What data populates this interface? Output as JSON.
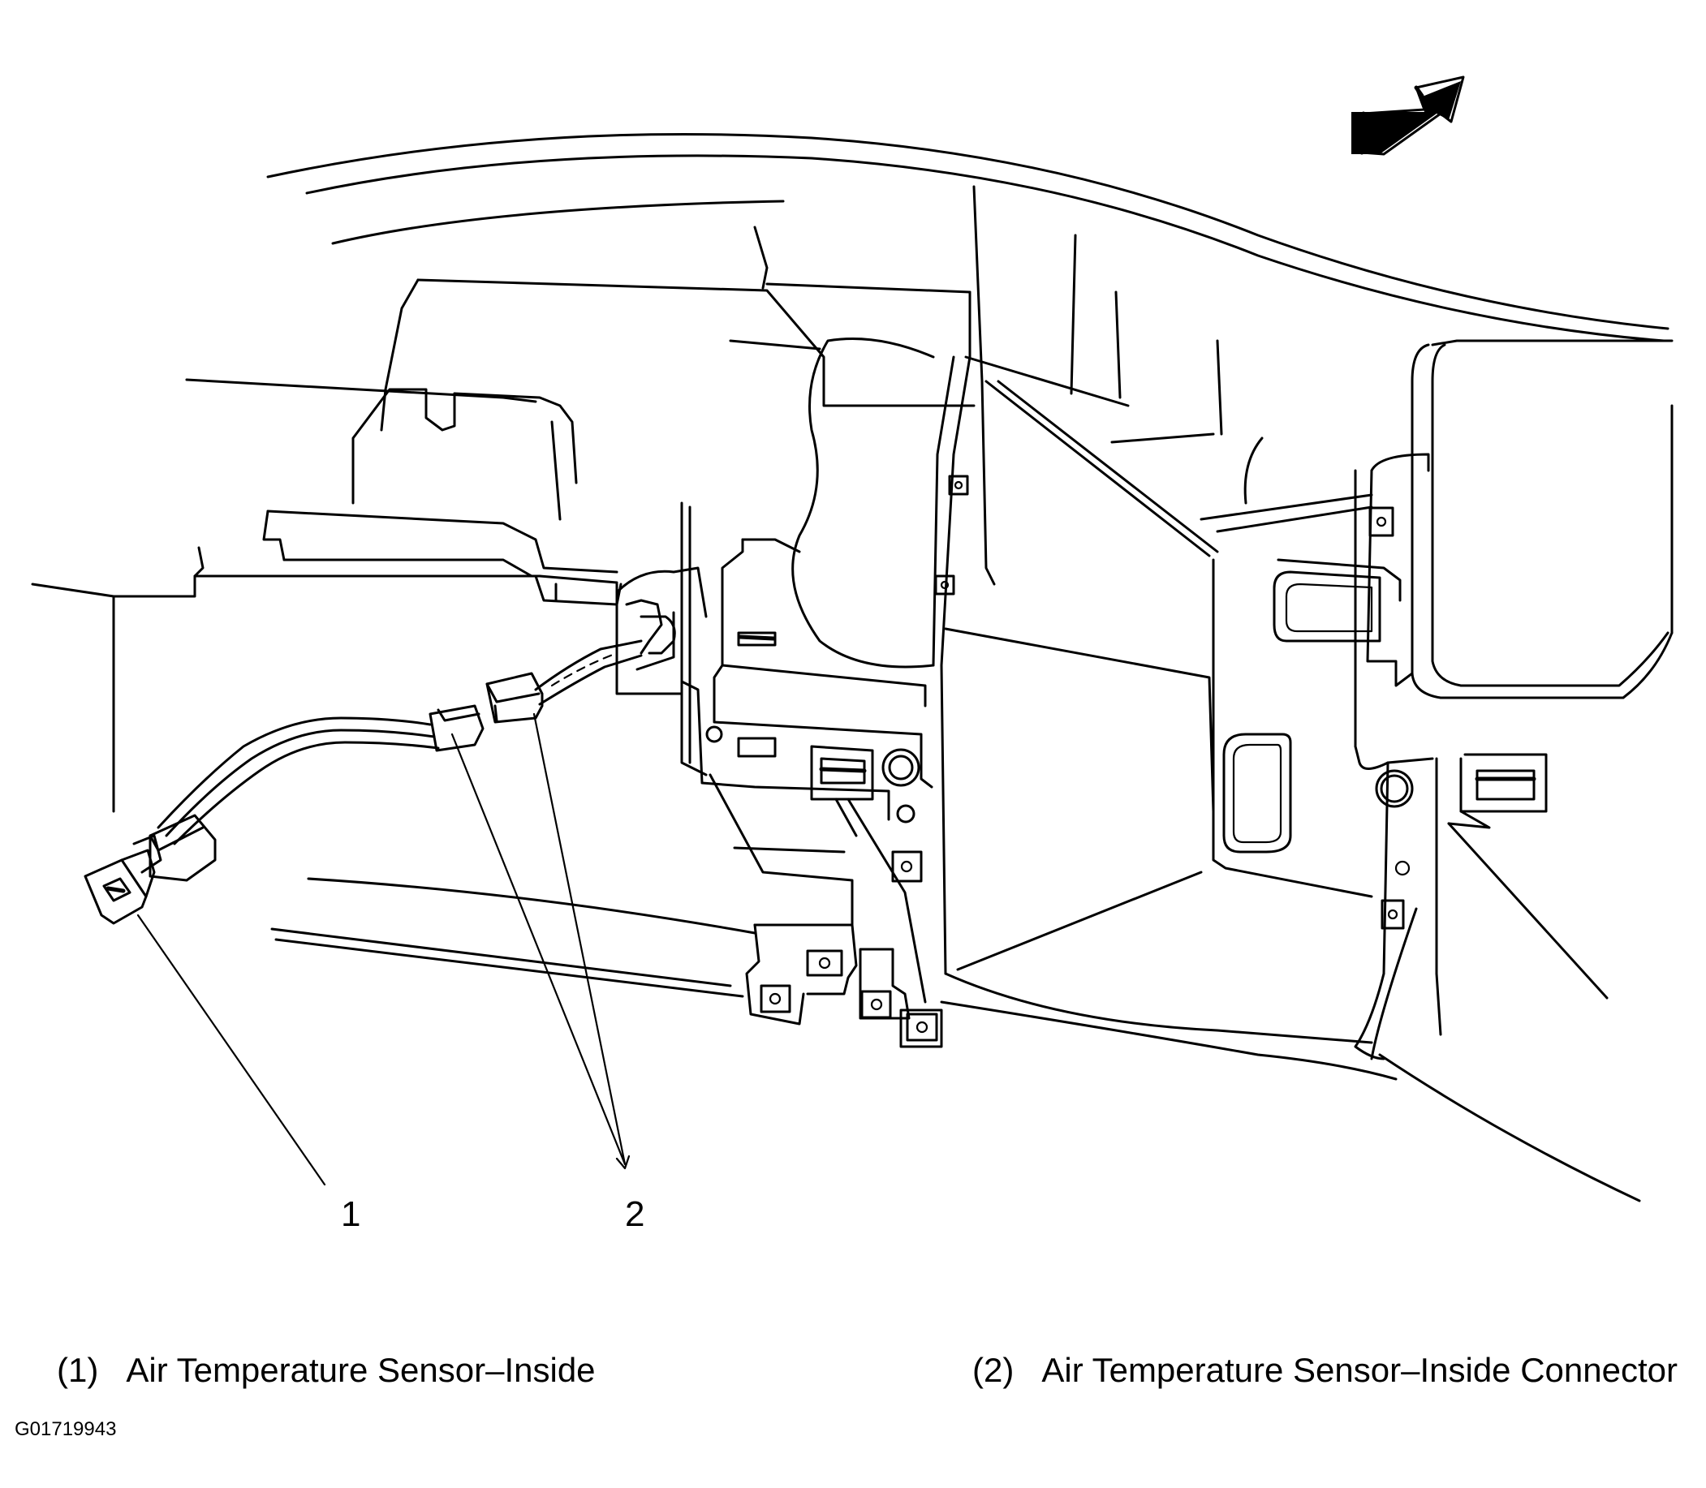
{
  "callouts": [
    {
      "number": "1",
      "label": "Air Temperature Sensor–Inside"
    },
    {
      "number": "2",
      "label": "Air Temperature Sensor–Inside Connector"
    }
  ],
  "legend": [
    {
      "num": "(1)",
      "text": "Air Temperature Sensor–Inside"
    },
    {
      "num": "(2)",
      "text": "Air Temperature Sensor–Inside Connector"
    }
  ],
  "figure_id": "G01719943",
  "icons": {
    "orientation": "forward-arrow-icon"
  }
}
